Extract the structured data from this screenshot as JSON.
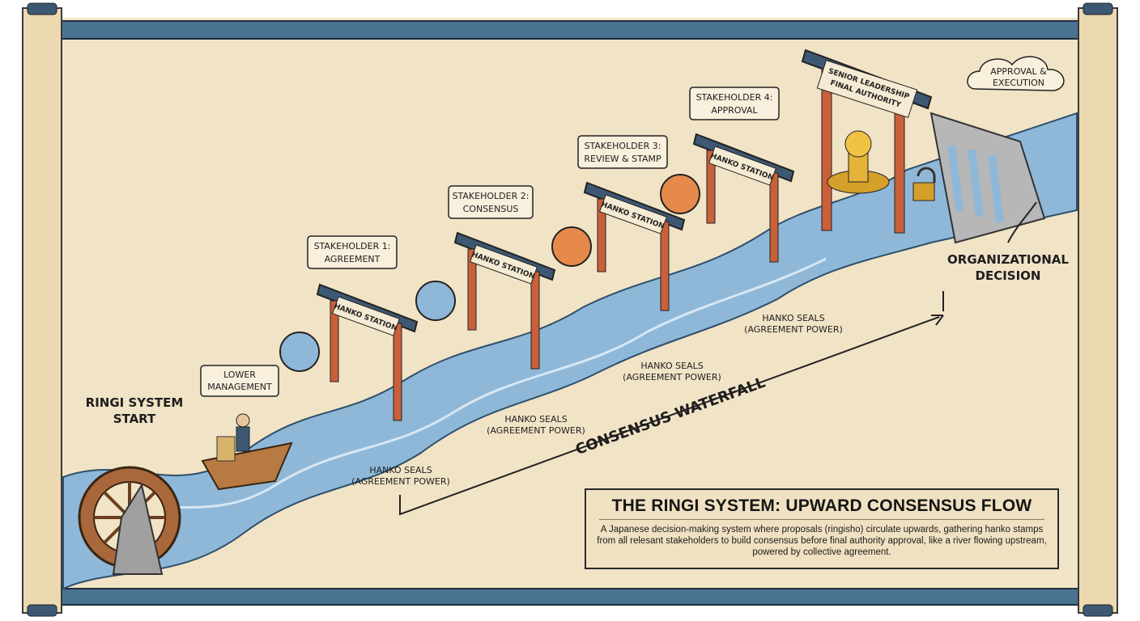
{
  "colors": {
    "parchment": "#f1e3c6",
    "scroll_bar": "#4a7391",
    "river": "#8fb8d8",
    "torii": "#c9603a",
    "roof": "#3d5873",
    "text": "#1e1e1e"
  },
  "start": {
    "line1": "RINGI SYSTEM",
    "line2": "START"
  },
  "stakeholders": [
    {
      "line1": "LOWER",
      "line2": "MANAGEMENT"
    },
    {
      "line1": "STAKEHOLDER 1:",
      "line2": "AGREEMENT"
    },
    {
      "line1": "STAKEHOLDER 2:",
      "line2": "CONSENSUS"
    },
    {
      "line1": "STAKEHOLDER 3:",
      "line2": "REVIEW & STAMP"
    },
    {
      "line1": "STAKEHOLDER 4:",
      "line2": "APPROVAL"
    }
  ],
  "stations": [
    "HANKO STATION",
    "HANKO STATION",
    "HANKO STATION",
    "HANKO STATION"
  ],
  "final_gate": {
    "line1": "SENIOR LEADERSHIP",
    "line2": "FINAL AUTHORITY"
  },
  "cloud": {
    "line1": "APPROVAL &",
    "line2": "EXECUTION"
  },
  "decision": {
    "line1": "ORGANIZATIONAL",
    "line2": "DECISION"
  },
  "seals": [
    {
      "line1": "HANKO SEALS",
      "line2": "(AGREEMENT POWER)"
    },
    {
      "line1": "HANKO SEALS",
      "line2": "(AGREEMENT POWER)"
    },
    {
      "line1": "HANKO SEALS",
      "line2": "(AGREEMENT POWER)"
    },
    {
      "line1": "HANKO SEALS",
      "line2": "(AGREEMENT POWER)"
    }
  ],
  "arrow_label": "CONSENSUS WATERFALL",
  "caption": {
    "title": "THE RINGI SYSTEM: UPWARD CONSENSUS FLOW",
    "body": "A Japanese decision-making system where proposals (ringisho) circulate upwards, gathering hanko stamps from all relesant stakeholders to build consensus before final authority approval, like a river flowing upstream, powered by collective agreement."
  }
}
